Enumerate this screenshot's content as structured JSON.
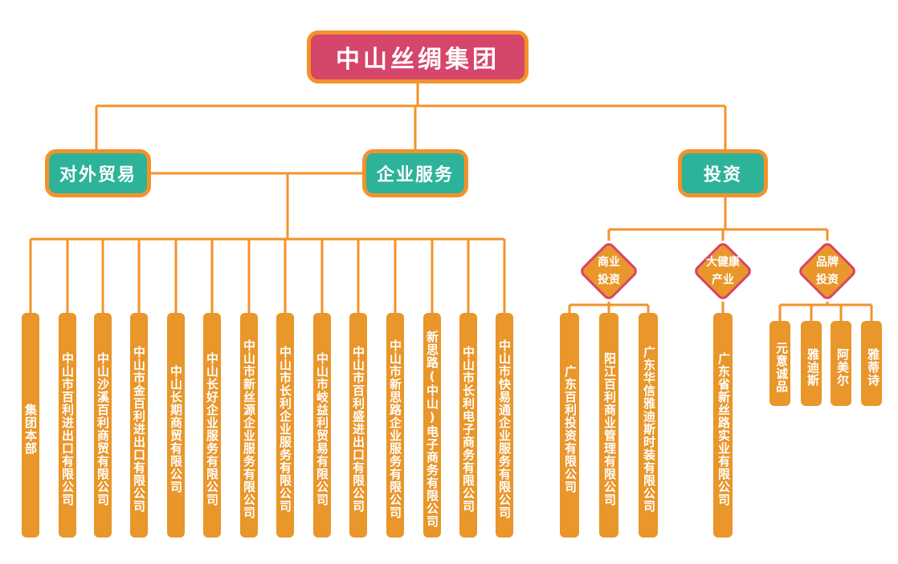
{
  "root": {
    "label": "中山丝绸集团"
  },
  "level1": [
    {
      "id": "foreign-trade",
      "label": "对外贸易"
    },
    {
      "id": "enterprise-service",
      "label": "企业服务"
    },
    {
      "id": "investment",
      "label": "投资"
    }
  ],
  "service_companies": [
    "集团本部",
    "中山市百利进出口有限公司",
    "中山沙溪百利商贸有限公司",
    "中山市金百利进出口有限公司",
    "中山长期商贸有限公司",
    "中山长好企业服务有限公司",
    "中山市新丝源企业服务有限公司",
    "中山市长利企业服务有限公司",
    "中山市岐益利贸易有限公司",
    "中山市百利盛进出口有限公司",
    "中山市新思路企业服务有限公司",
    "新思路(中山)电子商务有限公司",
    "中山市长利电子商务有限公司",
    "中山市快易通企业服务有限公司"
  ],
  "investment_categories": [
    {
      "label": "商业\n投资",
      "children": [
        "广东百利投资有限公司",
        "阳江百利商业管理有限公司",
        "广东华信雅迪斯时装有限公司"
      ]
    },
    {
      "label": "大健康\n产业",
      "children": [
        "广东省新丝路实业有限公司"
      ]
    },
    {
      "label": "品牌\n投资",
      "children": [
        "元意诚品",
        "雅迪斯",
        "阿美尔",
        "雅蒂诗"
      ]
    }
  ],
  "colors": {
    "line": "#f4922a",
    "root_fill": "#d6456a",
    "level1_fill": "#2db39a",
    "leaf_fill": "#e9962a"
  }
}
